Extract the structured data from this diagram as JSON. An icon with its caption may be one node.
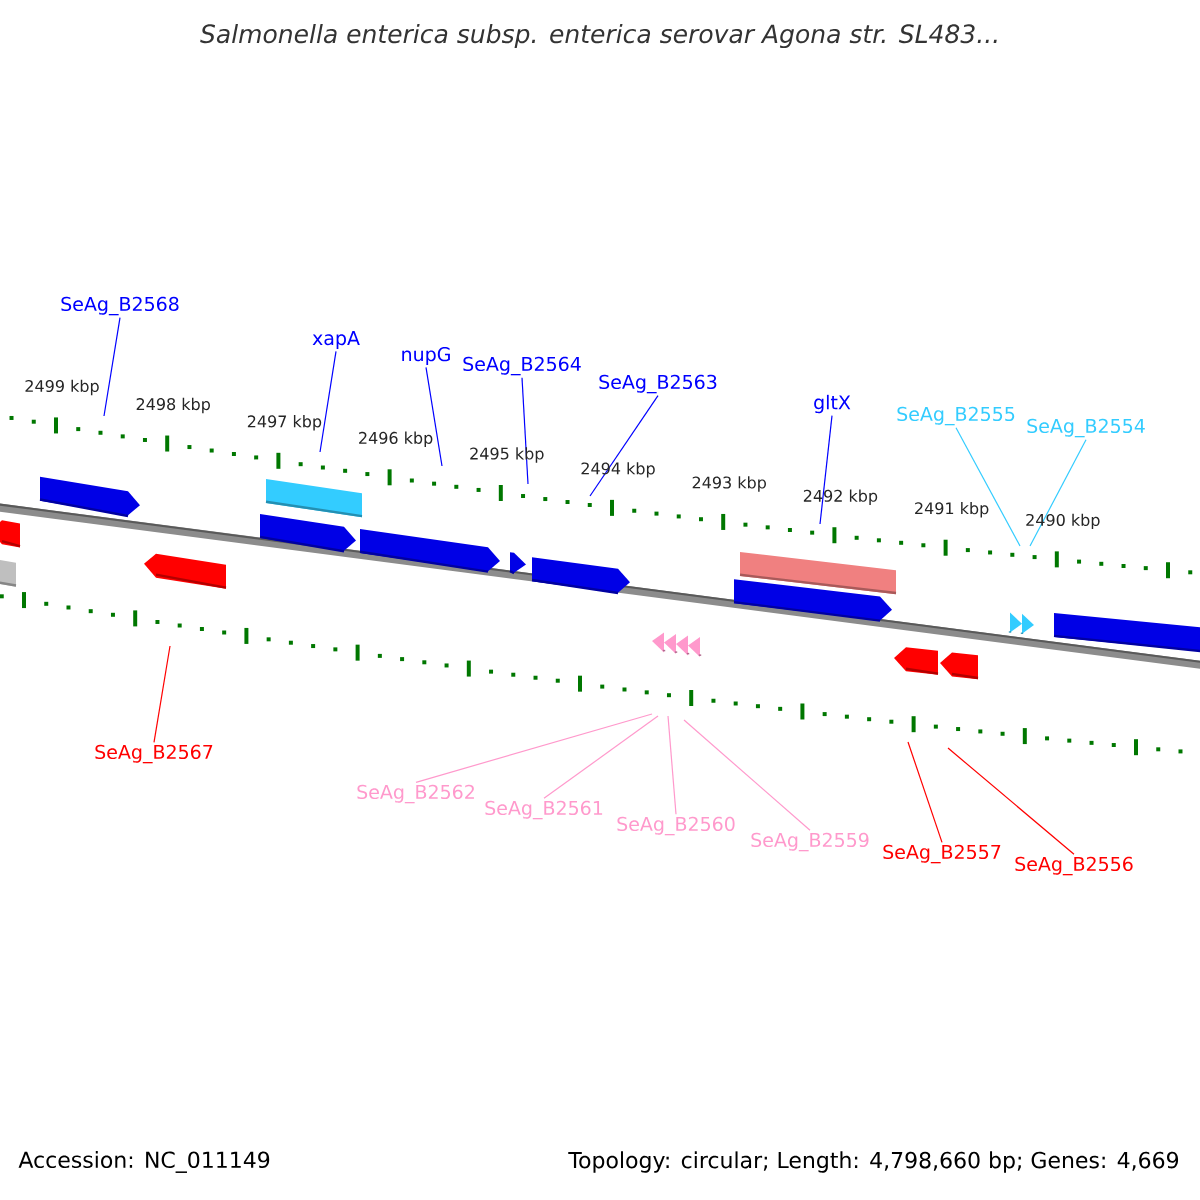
{
  "diagram": {
    "title": "Salmonella enterica subsp. enterica serovar Agona str. SL483...",
    "nodes": [
      {
        "text": [
          "SeAg_B2568"
        ]
      },
      {
        "text": [
          "xapA"
        ]
      },
      {
        "text": [
          "nupG"
        ]
      },
      {
        "text": [
          "SeAg_B2564"
        ]
      },
      {
        "text": [
          "SeAg_B2563"
        ]
      },
      {
        "text": [
          "gltX"
        ]
      },
      {
        "text": [
          "SeAg_B2555"
        ]
      },
      {
        "text": [
          "SeAg_B2554"
        ]
      },
      {
        "text": [
          "SeAg_B2567"
        ]
      },
      {
        "text": [
          "SeAg_B2562"
        ]
      },
      {
        "text": [
          "SeAg_B2561"
        ]
      },
      {
        "text": [
          "SeAg_B2560"
        ]
      },
      {
        "text": [
          "SeAg_B2559"
        ]
      },
      {
        "text": [
          "SeAg_B2557"
        ]
      },
      {
        "text": [
          "SeAg_B2556"
        ]
      }
    ],
    "edges": [
      {
        "from": 0,
        "to": null,
        "arrow": "none"
      },
      {
        "from": 1,
        "to": null,
        "arrow": "none"
      },
      {
        "from": 2,
        "to": null,
        "arrow": "none"
      },
      {
        "from": 3,
        "to": null,
        "arrow": "none"
      },
      {
        "from": 4,
        "to": null,
        "arrow": "none"
      },
      {
        "from": 5,
        "to": null,
        "arrow": "none"
      },
      {
        "from": 6,
        "to": null,
        "arrow": "none",
        "color": "#33ccff"
      },
      {
        "from": 7,
        "to": null,
        "arrow": "none",
        "color": "#33ccff"
      },
      {
        "from": 8,
        "to": null,
        "arrow": "none",
        "color": "#ff0000"
      },
      {
        "from": 9,
        "to": null,
        "arrow": "none",
        "color": "#ff99cc"
      },
      {
        "from": 10,
        "to": null,
        "arrow": "none",
        "color": "#ff99cc"
      },
      {
        "from": 11,
        "to": null,
        "arrow": "none",
        "color": "#ff99cc"
      },
      {
        "from": 12,
        "to": null,
        "arrow": "none",
        "color": "#ff99cc"
      },
      {
        "from": 13,
        "to": null,
        "arrow": "none",
        "color": "#ff0000"
      },
      {
        "from": 14,
        "to": null,
        "arrow": "none",
        "color": "#ff0000"
      }
    ],
    "labels": [
      "2499 kbp",
      "2498 kbp",
      "2497 kbp",
      "2496 kbp",
      "2495 kbp",
      "2494 kbp",
      "2493 kbp",
      "2492 kbp",
      "2491 kbp",
      "2490 kbp",
      "Accession: NC_011149",
      "Topology: circular; Length: 4,798,660 bp; Genes: 4,669"
    ]
  }
}
